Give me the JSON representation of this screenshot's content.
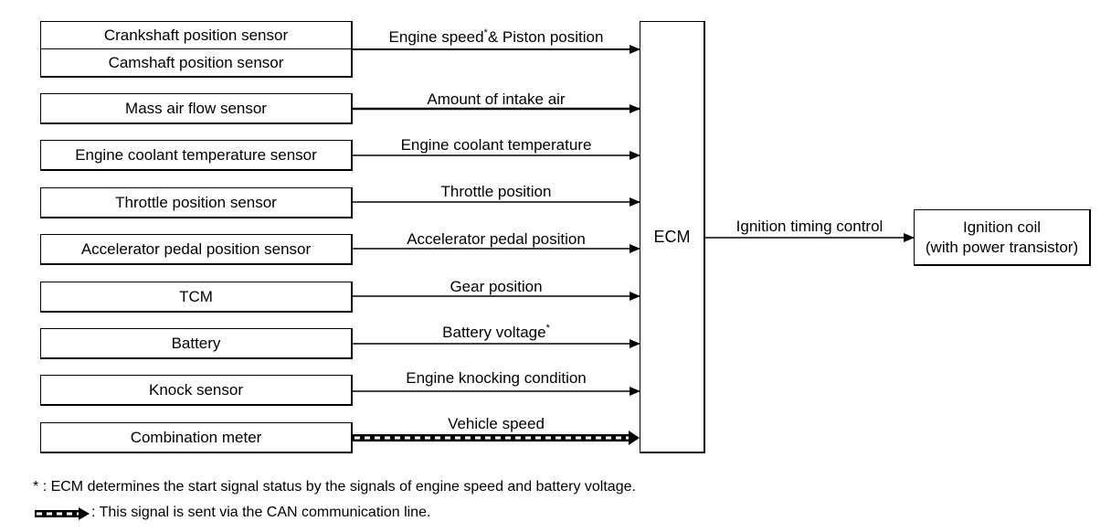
{
  "inputs": [
    {
      "label": "Crankshaft position sensor",
      "label2": "Camshaft position sensor",
      "signal": "Engine speed",
      "signal_sup": "*",
      "signal_tail": "& Piston position",
      "can": false
    },
    {
      "label": "Mass air flow sensor",
      "signal": "Amount of intake air",
      "can": false
    },
    {
      "label": "Engine coolant temperature sensor",
      "signal": "Engine coolant temperature",
      "can": false
    },
    {
      "label": "Throttle position sensor",
      "signal": "Throttle position",
      "can": false
    },
    {
      "label": "Accelerator pedal position sensor",
      "signal": "Accelerator pedal position",
      "can": false
    },
    {
      "label": "TCM",
      "signal": "Gear position",
      "can": false
    },
    {
      "label": "Battery",
      "signal": "Battery voltage",
      "signal_sup": "*",
      "can": false
    },
    {
      "label": "Knock sensor",
      "signal": "Engine knocking condition",
      "can": false
    },
    {
      "label": "Combination meter",
      "signal": "Vehicle speed",
      "can": true
    }
  ],
  "ecm": {
    "label": "ECM"
  },
  "output": {
    "signal": "Ignition timing control",
    "label_line1": "Ignition coil",
    "label_line2": "(with power transistor)"
  },
  "notes": {
    "asterisk_mark": "*",
    "asterisk_text": ": ECM determines the start signal status by the signals of engine speed and battery voltage.",
    "can_text": ": This signal is sent via the CAN communication line."
  }
}
